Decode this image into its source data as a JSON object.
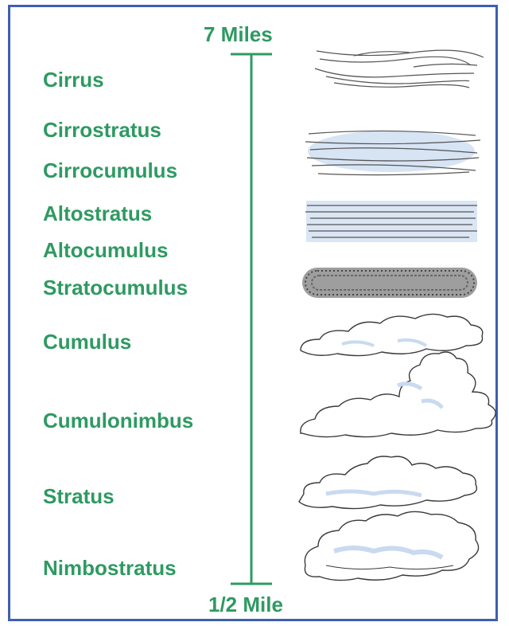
{
  "scale": {
    "top_label": "7 Miles",
    "bottom_label": "1/2 Mile"
  },
  "clouds": [
    {
      "name": "Cirrus"
    },
    {
      "name": "Cirrostratus"
    },
    {
      "name": "Cirrocumulus"
    },
    {
      "name": "Altostratus"
    },
    {
      "name": "Altocumulus"
    },
    {
      "name": "Stratocumulus"
    },
    {
      "name": "Cumulus"
    },
    {
      "name": "Cumulonimbus"
    },
    {
      "name": "Stratus"
    },
    {
      "name": "Nimbostratus"
    }
  ],
  "colors": {
    "label_green": "#2e9a62",
    "frame_blue": "#3f5fb0",
    "cloud_fill": "#ffffff",
    "cloud_shade": "#c9daf0",
    "cloud_outline": "#3a3a3a"
  }
}
